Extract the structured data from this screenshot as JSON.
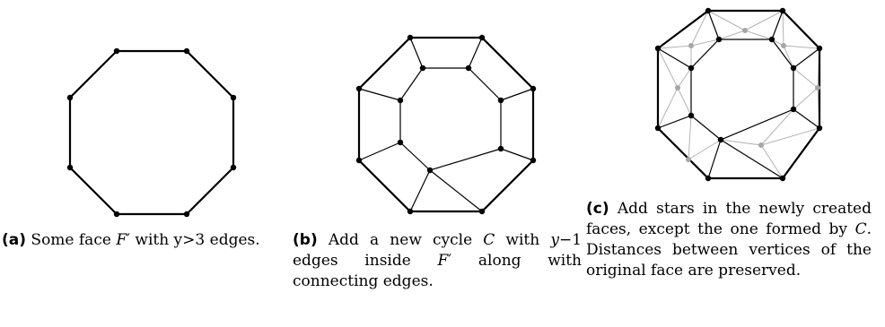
{
  "figure": {
    "panels": [
      {
        "id": "a",
        "label": "(a)",
        "caption_parts": [
          "Some face ",
          "F",
          "′",
          " with y>3 edges."
        ]
      },
      {
        "id": "b",
        "label": "(b)",
        "caption_parts": [
          "Add a new cycle ",
          "C",
          " with ",
          "y",
          "−1 edges inside ",
          "F",
          "′",
          " along with connecting edges."
        ]
      },
      {
        "id": "c",
        "label": "(c)",
        "caption_parts": [
          "Add stars in the newly created faces, except the one formed by ",
          "C",
          ". Distances between vertices of the original face are preserved."
        ]
      }
    ],
    "colors": {
      "edge": "#000000",
      "vertex": "#000000",
      "star_edge": "#b3b3b3",
      "star_vertex": "#a6a6a6"
    }
  }
}
